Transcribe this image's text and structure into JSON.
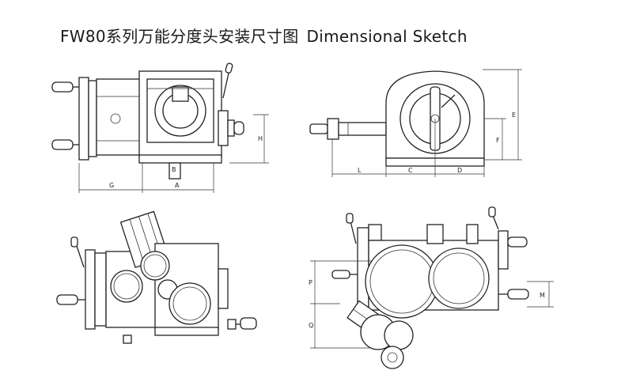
{
  "title": {
    "cn": "FW80系列万能分度头安装尺寸图",
    "en": "Dimensional Sketch"
  },
  "labels": {
    "A": "A",
    "B": "B",
    "G": "G",
    "H": "H",
    "L": "L",
    "C": "C",
    "D": "D",
    "E": "E",
    "F": "F",
    "P": "P",
    "Q": "Q",
    "M": "M"
  }
}
